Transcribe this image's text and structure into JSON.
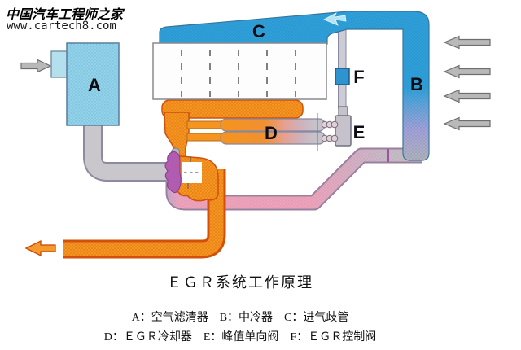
{
  "header": {
    "site_name": "中国汽车工程师之家",
    "site_url": "www.cartech8.com"
  },
  "diagram": {
    "component_labels": {
      "air_filter": "A",
      "intercooler": "B",
      "intake_manifold": "C",
      "egr_cooler": "D",
      "check_valve": "E",
      "egr_valve": "F"
    }
  },
  "caption": {
    "title": "ＥＧＲ系统工作原理",
    "legend_line1": "A：空气滤清器　B：中冷器　C：进气歧管",
    "legend_line2": "D：ＥＧＲ冷却器　E：峰值单向阀　F：ＥＧＲ控制阀"
  },
  "colors": {
    "intake_blue": "#2e9fd8",
    "exhaust_orange": "#f5941e",
    "exhaust_outline": "#d2500a",
    "charge_pink": "#eda4ba",
    "lavender": "#a9a0d8",
    "compressor_purple": "#b05cb0",
    "pipe_gray": "#c6c6c6",
    "valve_blue": "#2f93cf",
    "arrow_gray": "#b9b9b9"
  }
}
